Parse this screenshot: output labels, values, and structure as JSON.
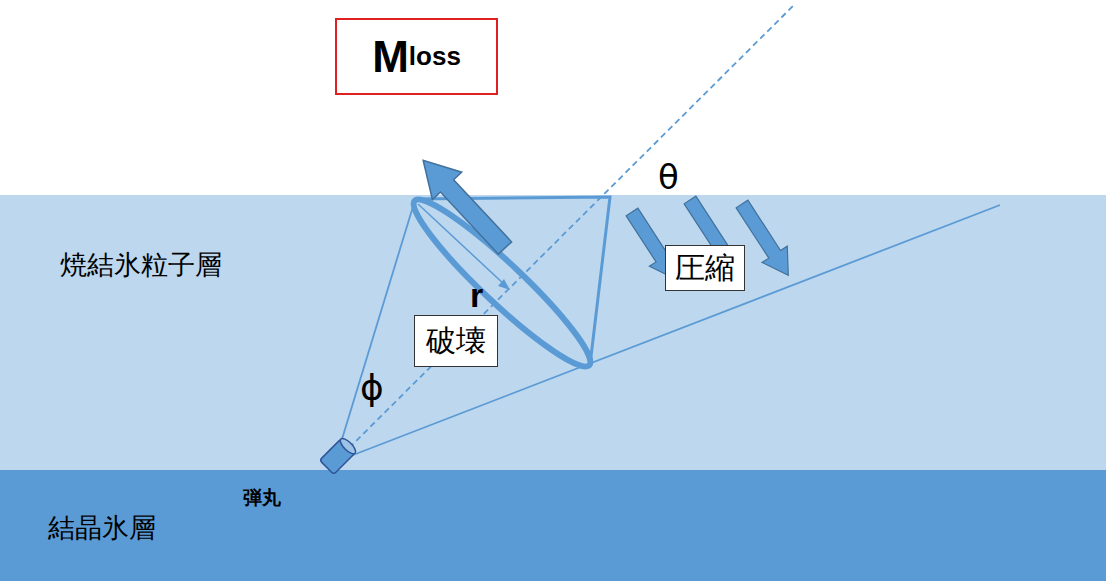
{
  "diagram": {
    "nodes": [
      {
        "text": [
          "M",
          "loss"
        ]
      },
      {
        "text": [
          "焼結氷粒子層"
        ]
      },
      {
        "text": [
          "圧縮"
        ],
        "in": 1
      },
      {
        "text": [
          "破壊"
        ],
        "in": 1
      },
      {
        "text": [
          "結晶氷層"
        ]
      }
    ],
    "labels": [
      "θ",
      "r",
      "ϕ",
      "弾丸"
    ]
  }
}
